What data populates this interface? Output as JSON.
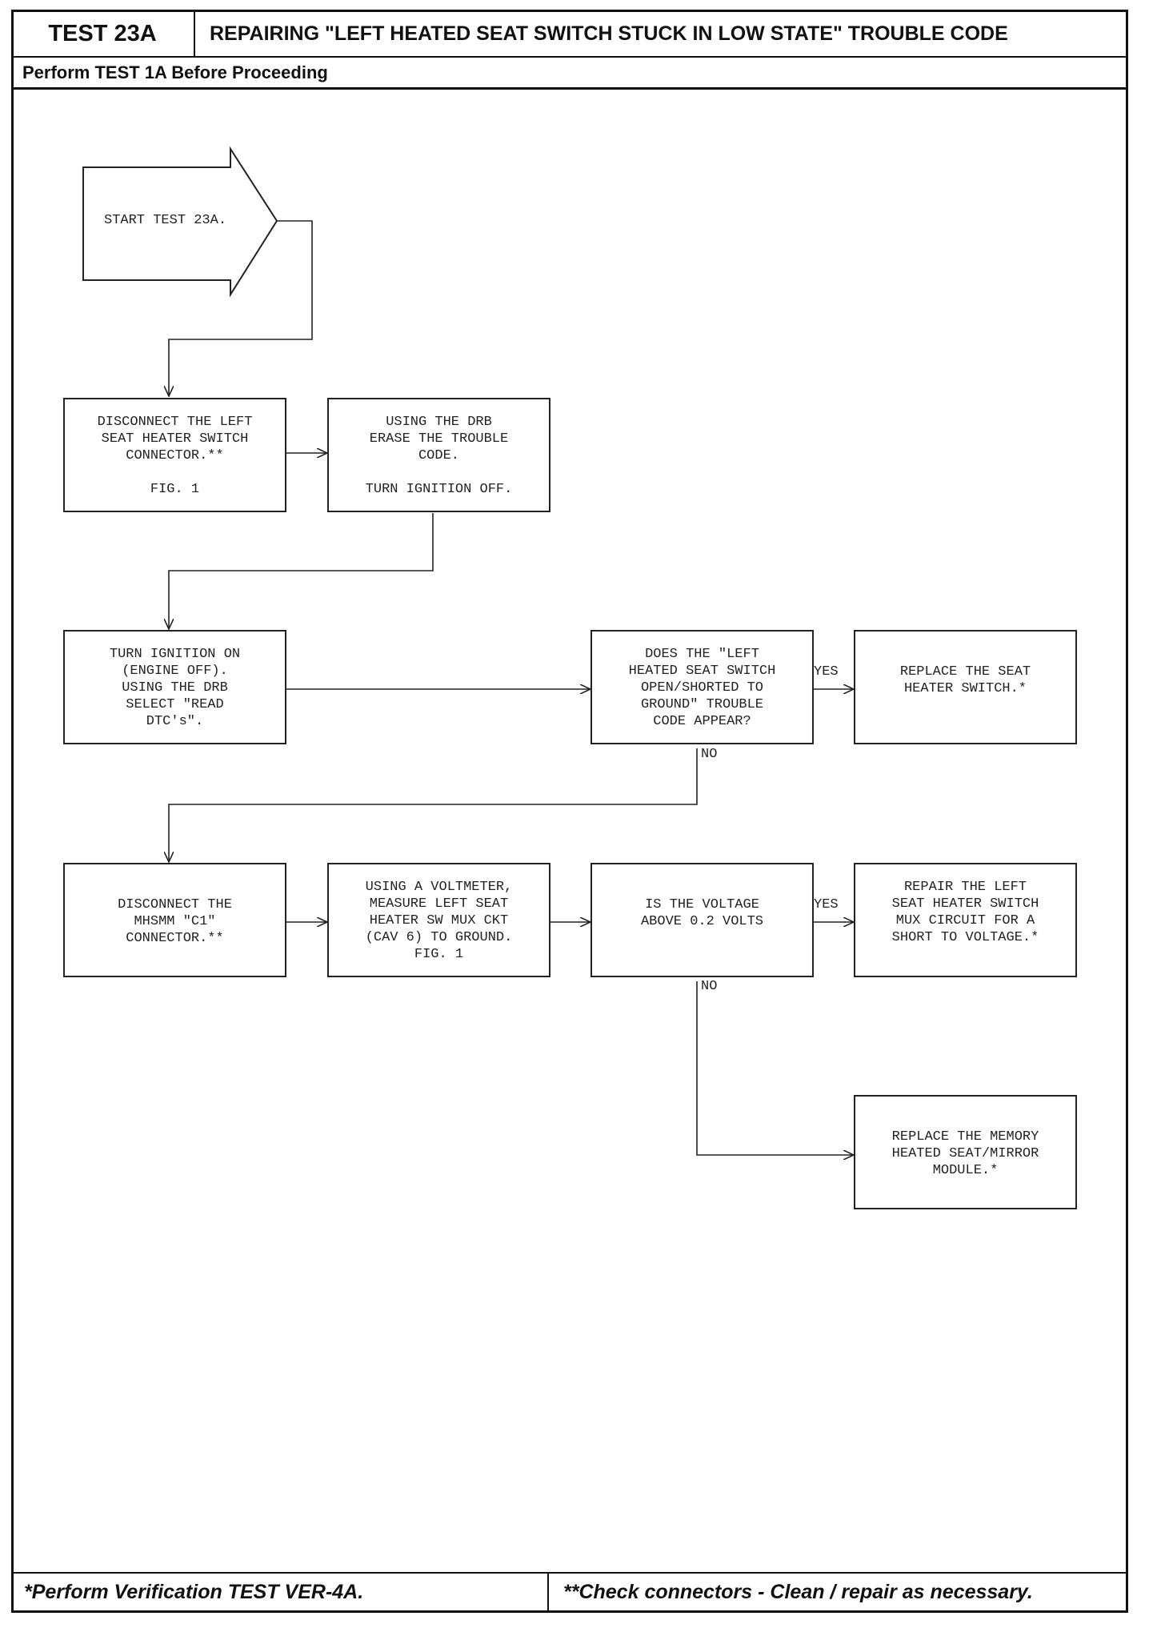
{
  "header": {
    "test_id": "TEST 23A",
    "title": "REPAIRING \"LEFT HEATED SEAT SWITCH STUCK IN LOW STATE\" TROUBLE CODE",
    "prereq": "Perform TEST 1A Before Proceeding"
  },
  "flow": {
    "start": "START TEST 23A.",
    "step_disconnect_switch": "DISCONNECT THE LEFT\nSEAT HEATER SWITCH\nCONNECTOR.**\n\nFIG. 1",
    "step_erase_code": "USING THE DRB\nERASE THE TROUBLE\nCODE.\n\nTURN IGNITION OFF.",
    "step_read_dtc": "TURN IGNITION ON\n(ENGINE OFF).\nUSING THE DRB\nSELECT \"READ\nDTC's\".",
    "decision_code_appear": "DOES THE \"LEFT\nHEATED SEAT SWITCH\nOPEN/SHORTED TO\nGROUND\" TROUBLE\nCODE APPEAR?",
    "result_replace_switch": "REPLACE THE SEAT\nHEATER SWITCH.*",
    "step_disconnect_c1": "DISCONNECT THE\nMHSMM \"C1\"\nCONNECTOR.**",
    "step_measure_voltage": "USING A VOLTMETER,\nMEASURE LEFT SEAT\nHEATER SW MUX CKT\n(CAV 6) TO GROUND.\nFIG. 1",
    "decision_voltage": "IS THE VOLTAGE\nABOVE 0.2 VOLTS",
    "result_repair_circuit": "REPAIR THE LEFT\nSEAT HEATER SWITCH\nMUX CIRCUIT FOR A\nSHORT TO VOLTAGE.*",
    "result_replace_module": "REPLACE THE MEMORY\nHEATED SEAT/MIRROR\nMODULE.*",
    "label_yes_1": "YES",
    "label_no_1": "NO",
    "label_yes_2": "YES",
    "label_no_2": "NO"
  },
  "footer": {
    "left": "*Perform Verification TEST VER-4A.",
    "right": "**Check connectors - Clean / repair as necessary."
  }
}
